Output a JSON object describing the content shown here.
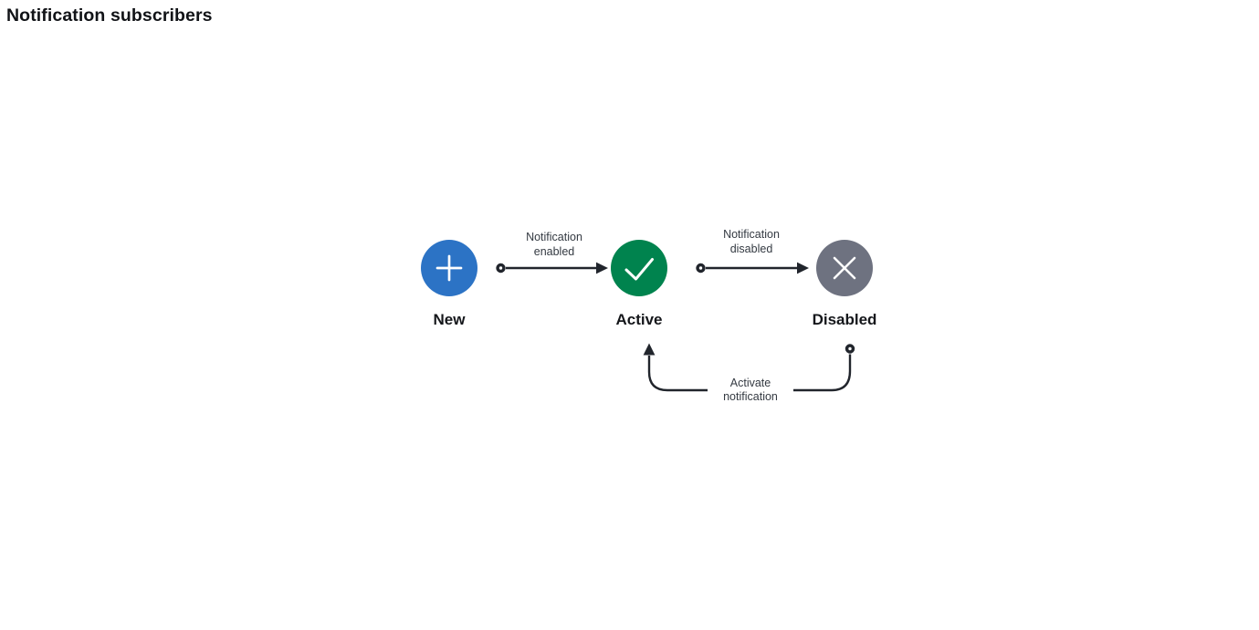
{
  "page": {
    "title": "Notification subscribers"
  },
  "diagram": {
    "line_color": "#21252c",
    "nodes": [
      {
        "id": "new",
        "label": "New",
        "icon": "plus-icon",
        "color": "#2c73c5"
      },
      {
        "id": "active",
        "label": "Active",
        "icon": "check-icon",
        "color": "#00834e"
      },
      {
        "id": "disabled",
        "label": "Disabled",
        "icon": "x-icon",
        "color": "#6e7280"
      }
    ],
    "edges": [
      {
        "from": "New",
        "to": "Active",
        "label": "Notification enabled"
      },
      {
        "from": "Active",
        "to": "Disabled",
        "label": "Notification disabled"
      },
      {
        "from": "Disabled",
        "to": "Active",
        "label": "Activate notification"
      }
    ]
  }
}
